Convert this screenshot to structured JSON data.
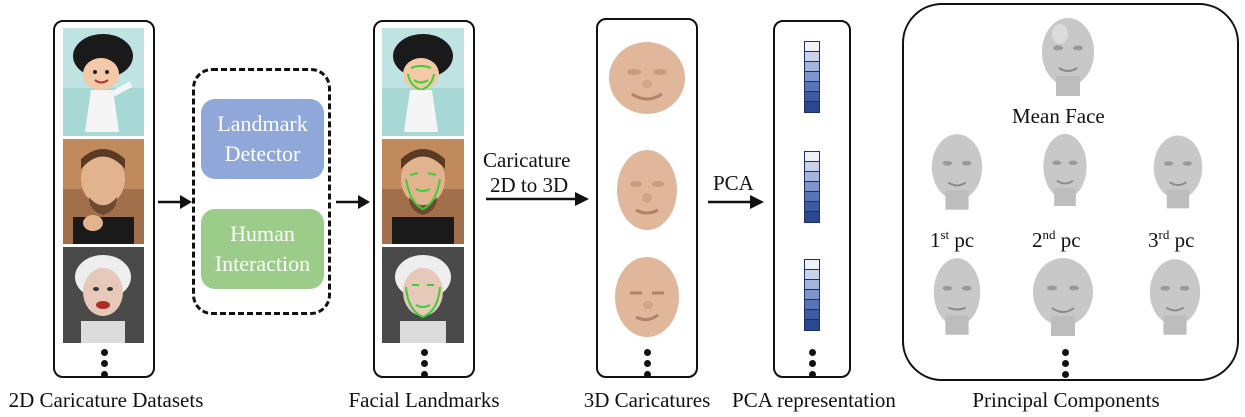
{
  "captions": {
    "datasets": "2D Caricature Datasets",
    "landmarks": "Facial Landmarks",
    "caricatures3d": "3D Caricatures",
    "pca_rep": "PCA representation",
    "principal": "Principal Components"
  },
  "boxes": {
    "landmark_detector": "Landmark Detector",
    "human_interaction": "Human Interaction"
  },
  "arrows": {
    "caricature_line1": "Caricature",
    "caricature_line2": "2D to 3D",
    "pca": "PCA"
  },
  "pc_panel": {
    "mean_face": "Mean Face",
    "pc1_num": "1",
    "pc1_sup": "st",
    "pc2_num": "2",
    "pc2_sup": "nd",
    "pc3_num": "3",
    "pc3_sup": "rd",
    "pc_word": "pc"
  },
  "colors": {
    "landmark_box": "#8fa7d9",
    "interaction_box": "#9ccc8a",
    "skin_3d": "#e0b79a",
    "gray_face": "#c8c8c8",
    "pca_gradient": [
      "#eef1f8",
      "#c8d3ea",
      "#a4b5dc",
      "#7d95cb",
      "#5873b6",
      "#3d5aa3",
      "#2b4790"
    ]
  },
  "icons": [
    "caricature-portrait-icon",
    "3d-face-icon",
    "gray-head-icon",
    "landmark-points-icon"
  ]
}
